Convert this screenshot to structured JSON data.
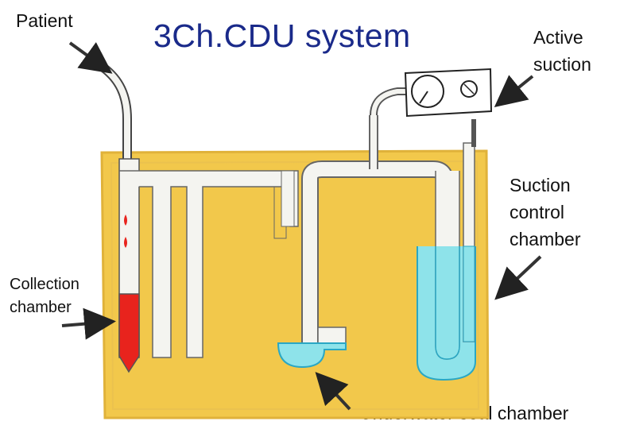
{
  "diagram": {
    "title": "3Ch.CDU system",
    "labels": {
      "patient": "Patient",
      "active_suction": "Active\nsuction",
      "suction_control_chamber": "Suction\ncontrol\nchamber",
      "collection_chamber": "Collection\nchamber",
      "underwater_seal_chamber": "Underwater seal chamber"
    },
    "colors": {
      "title": "#1a2a8a",
      "unit_body": "#f2c84b",
      "unit_border": "#d9a62a",
      "tube": "#f4f4f0",
      "water": "#8ee3ea",
      "blood": "#e8231d",
      "arrow": "#333333"
    },
    "icons": [
      "pressure-gauge-icon",
      "valve-knob-icon"
    ]
  }
}
